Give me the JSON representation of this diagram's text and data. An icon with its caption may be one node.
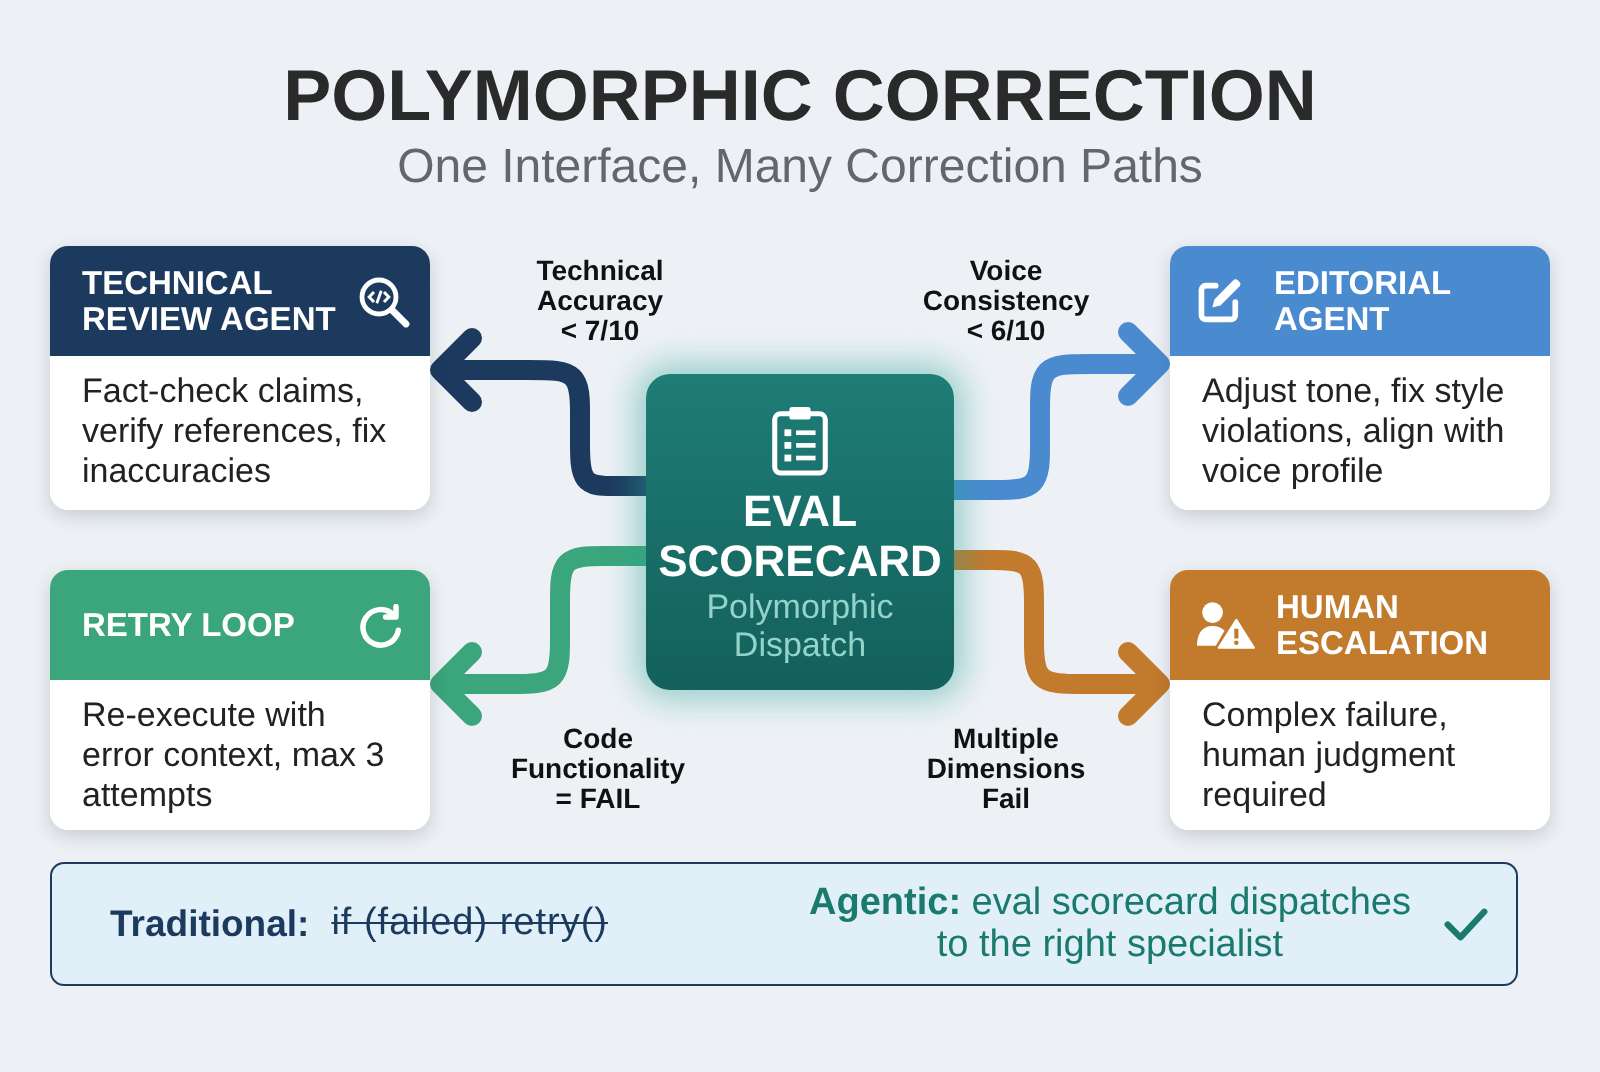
{
  "diagram": {
    "title": "POLYMORPHIC CORRECTION",
    "nodes": [
      {
        "text": [
          "TECHNICAL REVIEW AGENT",
          "Fact-check claims, verify references, fix inaccuracies"
        ]
      },
      {
        "text": [
          "EDITORIAL AGENT",
          "Adjust tone, fix style violations, align with voice profile"
        ]
      },
      {
        "text": [
          "EVAL SCORECARD",
          "Polymorphic Dispatch"
        ]
      },
      {
        "text": [
          "RETRY LOOP",
          "Re-execute with error context, max 3 attempts"
        ]
      },
      {
        "text": [
          "HUMAN ESCALATION",
          "Complex failure, human judgment required"
        ]
      },
      {
        "text": [
          "Traditional:",
          "if (failed) retry()",
          "**Agentic:** eval scorecard dispatches to the right specialist"
        ]
      }
    ],
    "edges": [
      {
        "from": 2,
        "to": 0,
        "arrow": "to",
        "label": "Technical Accuracy < 7/10",
        "color": "#1c3a5e"
      },
      {
        "from": 2,
        "to": 1,
        "arrow": "to",
        "label": "Voice Consistency < 6/10",
        "color": "#4a8bd0"
      },
      {
        "from": 2,
        "to": 3,
        "arrow": "to",
        "label": "Code Functionality = FAIL",
        "color": "#3ba57b"
      },
      {
        "from": 2,
        "to": 4,
        "arrow": "to",
        "label": "Multiple Dimensions Fail",
        "color": "#c27a2c"
      }
    ],
    "labels": [
      "One Interface, Many Correction Paths"
    ]
  }
}
